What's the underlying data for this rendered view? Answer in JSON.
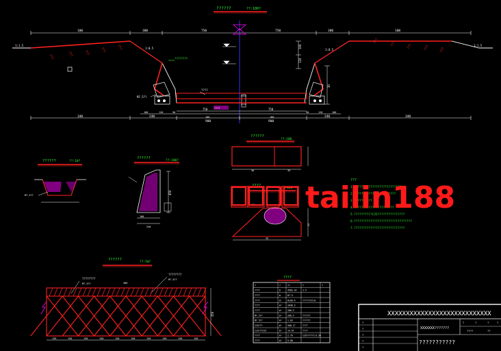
{
  "colors": {
    "background": "#000000",
    "white": "#ffffff",
    "red": "#ff2020",
    "green": "#33ff33",
    "yellow": "#ffff00",
    "blue": "#3b3bff",
    "magenta": "#ff00ff",
    "cyan": "#00ffff",
    "grey": "#9a9a9a"
  },
  "main_section": {
    "title": "??????",
    "scale": "??:100?",
    "top_dims": [
      "100",
      "380",
      "750",
      "750",
      "380",
      "100"
    ],
    "slope_left": "1:1.5",
    "slope_right": "1:1.5",
    "slope_inner_left": "1:0.5",
    "slope_inner_right": "1:0.5",
    "slope_marks_left": [
      "???",
      "???",
      "???",
      "???",
      "???"
    ],
    "slope_marks_right": [
      "???",
      "???",
      "???",
      "???",
      "???"
    ],
    "callout_left": "????????",
    "left_label": "M7.5??",
    "center_label": "????",
    "bottom_label": "????",
    "bottom_dims": [
      "340",
      "240",
      "900",
      "900",
      "240",
      "340"
    ],
    "bottom_sub_dims": [
      "100",
      "120",
      "50",
      "180",
      "180",
      "50",
      "120",
      "100"
    ],
    "mid_dims": [
      "750",
      "750"
    ],
    "height_dims": [
      "100",
      "120",
      "30"
    ]
  },
  "detail_a": {
    "title": "??????",
    "scale": "??:10?",
    "label": "M7.5??"
  },
  "detail_b": {
    "title": "??????",
    "scale": "??:100?",
    "dims": [
      "100",
      "240",
      "450"
    ]
  },
  "detail_c": {
    "title": "??????",
    "scale": "??:100",
    "dims": [
      "30",
      "35"
    ]
  },
  "detail_d": {
    "title": "????",
    "scale": "??:100",
    "dims": [
      "30",
      "35",
      "25"
    ]
  },
  "notes": {
    "title": "???",
    "lines": [
      "1.??????????????????????????",
      "2.???????????????????????",
      "3.??????????",
      "4.??????????????????????",
      "5.??????????C25???????????????",
      "6.????????????????????????????????",
      "7.????????????????????????????"
    ]
  },
  "lattice": {
    "title": "??????",
    "scale": "??:50?",
    "callout_1": "????????",
    "callout_2": "????????",
    "sub_label_1": "M7.5??",
    "sub_label_2": "M7.5??",
    "top_mark": "400",
    "right_dim": "350",
    "bottom_dims": [
      "150",
      "150",
      "150",
      "150",
      "150",
      "150",
      "150",
      "150",
      "150",
      "150"
    ]
  },
  "quantity_table": {
    "title": "????",
    "header": [
      "?",
      "?",
      "??",
      "?",
      "?"
    ],
    "rows": [
      [
        "????",
        "m",
        "4583.16",
        "1.5",
        ""
      ],
      [
        "????",
        "m",
        "87.5",
        "",
        ""
      ],
      [
        "????",
        "m²",
        "8100.6",
        "??????3?/m",
        ""
      ],
      [
        "????",
        "m³",
        "1040.3",
        "",
        ""
      ],
      [
        "????",
        "m³",
        "200.3",
        "",
        ""
      ],
      [
        "M7.5??",
        "m³",
        "200.5",
        "??????",
        ""
      ],
      [
        "M7.5??",
        "m³",
        "1.03",
        "??????",
        ""
      ],
      [
        "C25???",
        "m³",
        "500.17",
        "????",
        ""
      ],
      [
        "C25???C25",
        "m³",
        "14.67",
        "????",
        ""
      ],
      [
        "????",
        "m³",
        "2.76",
        "C35??????/3.5m",
        ""
      ],
      [
        "????",
        "m³",
        "5.08",
        "",
        ""
      ]
    ]
  },
  "title_block": {
    "project": "XXXXXXXXXXXXXXXXXXXXXXXXXXXX",
    "drawing_name": "XXXXXXX???????",
    "drawing_title": "???????????",
    "left_cells": [
      "?",
      "?",
      "?",
      "?",
      "?"
    ],
    "right_labels": [
      "?",
      "?",
      "?",
      "?"
    ],
    "right_values": [
      "????",
      "??"
    ]
  },
  "watermark": "tailin188"
}
